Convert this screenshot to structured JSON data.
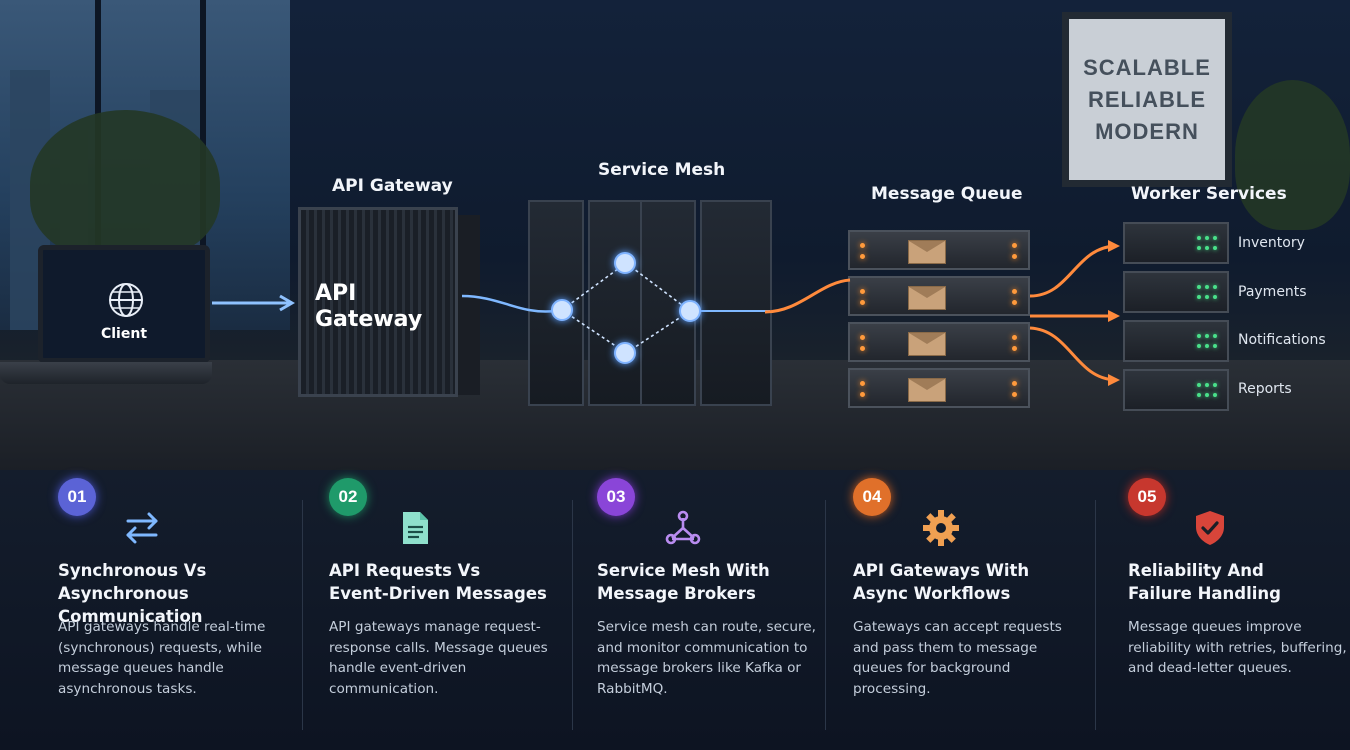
{
  "scene": {
    "poster_lines": [
      "SCALABLE",
      "RELIABLE",
      "MODERN"
    ],
    "client_label": "Client",
    "api_gateway_title": "API Gateway",
    "api_gateway_box_line1": "API",
    "api_gateway_box_line2": "Gateway",
    "service_mesh_title": "Service Mesh",
    "message_queue_title": "Message Queue",
    "worker_services_title": "Worker Services",
    "workers": [
      "Inventory",
      "Payments",
      "Notifications",
      "Reports"
    ]
  },
  "colors": {
    "request_line": "#7fb8ff",
    "async_line": "#ff8a3c",
    "badge_01": "#5b63d6",
    "badge_02": "#1f9a6a",
    "badge_03": "#8a45d8",
    "badge_04": "#e0702a",
    "badge_05": "#c7372e"
  },
  "cards": [
    {
      "number": "01",
      "icon": "arrows-exchange-icon",
      "title_line1": "Synchronous Vs",
      "title_line2": "Asynchronous Communication",
      "description": "API gateways handle real-time (synchronous) requests, while message queues handle asynchronous tasks."
    },
    {
      "number": "02",
      "icon": "document-icon",
      "title_line1": "API Requests Vs",
      "title_line2": "Event-Driven Messages",
      "description": "API gateways manage request-response calls. Message queues handle event-driven communication."
    },
    {
      "number": "03",
      "icon": "network-nodes-icon",
      "title_line1": "Service Mesh With",
      "title_line2": "Message Brokers",
      "description": "Service mesh can route, secure, and monitor communication to message brokers like Kafka or RabbitMQ."
    },
    {
      "number": "04",
      "icon": "gear-icon",
      "title_line1": "API Gateways With",
      "title_line2": "Async Workflows",
      "description": "Gateways can accept requests and pass them to message queues for background processing."
    },
    {
      "number": "05",
      "icon": "shield-check-icon",
      "title_line1": "Reliability And",
      "title_line2": "Failure Handling",
      "description": "Message queues improve reliability with retries, buffering, and dead-letter queues."
    }
  ]
}
